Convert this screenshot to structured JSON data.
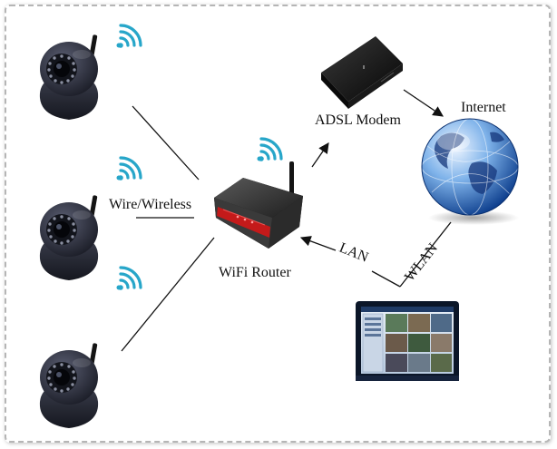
{
  "labels": {
    "wire_wireless": "Wire/Wireless",
    "wifi_router": "WiFi Router",
    "adsl_modem": "ADSL Modem",
    "internet": "Internet",
    "lan": "LAN",
    "wlan": "WLAN"
  },
  "icons": {
    "camera": "ip-camera-icon",
    "wifi": "wifi-signal-icon",
    "router": "wifi-router-icon",
    "modem": "adsl-modem-icon",
    "globe": "globe-icon",
    "monitor": "monitor-icon"
  },
  "colors": {
    "wifi_signal": "#27a6c9",
    "camera_body": "#2a2d3a",
    "router_red": "#c41a1a",
    "globe_blue": "#1c5cb8",
    "monitor_screen": "#d6e2ee"
  }
}
